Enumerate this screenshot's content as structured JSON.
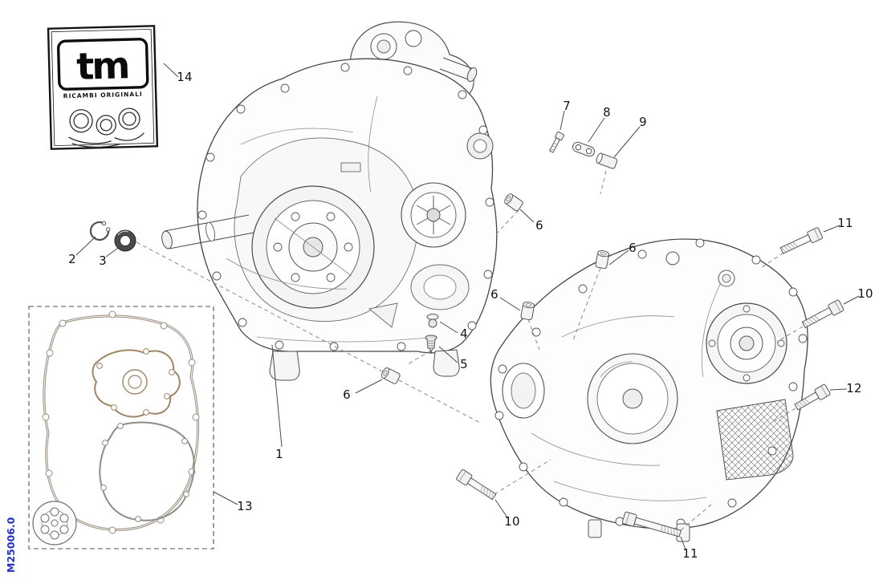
{
  "diagram": {
    "code": "M25006.0",
    "code_color": "#2433c8",
    "logo": {
      "brand": "tm",
      "tagline": "RICAMBI ORIGINALI"
    },
    "callouts": [
      {
        "label": "1"
      },
      {
        "label": "2"
      },
      {
        "label": "3"
      },
      {
        "label": "4"
      },
      {
        "label": "5"
      },
      {
        "label": "6"
      },
      {
        "label": "6"
      },
      {
        "label": "6"
      },
      {
        "label": "6"
      },
      {
        "label": "7"
      },
      {
        "label": "8"
      },
      {
        "label": "9"
      },
      {
        "label": "10"
      },
      {
        "label": "10"
      },
      {
        "label": "11"
      },
      {
        "label": "11"
      },
      {
        "label": "12"
      },
      {
        "label": "13"
      },
      {
        "label": "14"
      }
    ]
  }
}
